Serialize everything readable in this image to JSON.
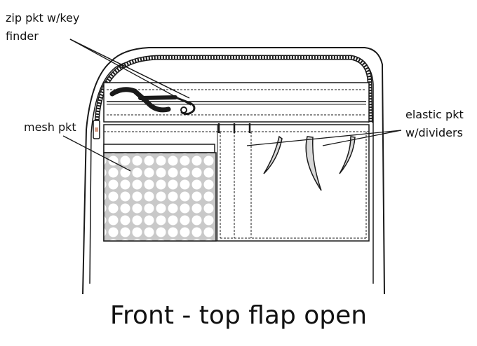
{
  "labels": {
    "zip_pocket_line1": "zip pkt w/key",
    "zip_pocket_line2": "finder",
    "mesh_pocket": "mesh pkt",
    "elastic_pocket_line1": "elastic pkt",
    "elastic_pocket_line2": "w/dividers"
  },
  "caption": "Front - top flap open",
  "colors": {
    "outline": "#1a1a1a",
    "mesh_background": "#c9c9c9",
    "mesh_hole": "#ffffff",
    "divider_fill": "#d8d8d8",
    "zipper_pull_accent": "#d9a08a"
  }
}
